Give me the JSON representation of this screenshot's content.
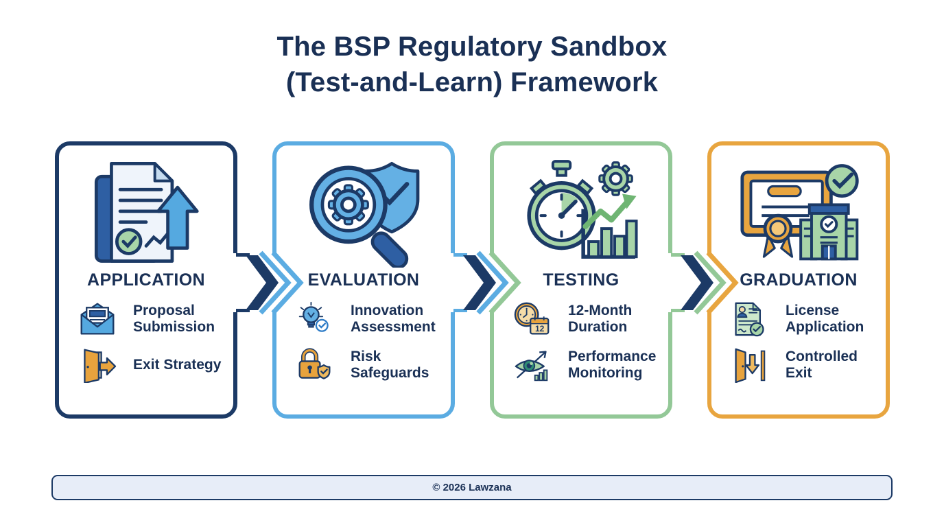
{
  "title": {
    "line1": "The BSP Regulatory Sandbox",
    "line2": "(Test-and-Learn) Framework"
  },
  "stages": [
    {
      "name": "APPLICATION",
      "accent": "#1C3A66",
      "hero_icon": "document-upload-icon",
      "items": [
        {
          "icon": "envelope-icon",
          "label": "Proposal\nSubmission"
        },
        {
          "icon": "exit-door-icon",
          "label": "Exit Strategy"
        }
      ]
    },
    {
      "name": "EVALUATION",
      "accent": "#5BACE2",
      "hero_icon": "magnifier-gear-shield-icon",
      "items": [
        {
          "icon": "lightbulb-check-icon",
          "label": "Innovation\nAssessment"
        },
        {
          "icon": "padlock-shield-icon",
          "label": "Risk\nSafeguards"
        }
      ]
    },
    {
      "name": "TESTING",
      "accent": "#93C897",
      "hero_icon": "stopwatch-gear-chart-icon",
      "items": [
        {
          "icon": "clock-calendar-icon",
          "badge": "12",
          "label": "12-Month\nDuration"
        },
        {
          "icon": "eye-chart-icon",
          "label": "Performance\nMonitoring"
        }
      ]
    },
    {
      "name": "GRADUATION",
      "accent": "#E8A53F",
      "hero_icon": "certificate-building-icon",
      "items": [
        {
          "icon": "license-document-icon",
          "label": "License\nApplication"
        },
        {
          "icon": "exit-down-door-icon",
          "label": "Controlled\nExit"
        }
      ]
    }
  ],
  "footer": {
    "text": "© 2026 Lawzana"
  },
  "colors": {
    "navy": "#1C3A66",
    "text": "#1A3055",
    "blue": "#5BACE2",
    "light_blue": "#64B0E4",
    "mid_blue": "#2E5FA3",
    "sky": "#55A9E0",
    "green": "#93C897",
    "green_fill": "#A8D5A8",
    "green_dark": "#6FB573",
    "orange": "#E8A53F",
    "orange_door": "#E8A33D",
    "tan": "#F2D9A7",
    "cream": "#F5DCA8",
    "doc": "#EFF4FB",
    "footer_bg": "#E7EDF8"
  }
}
